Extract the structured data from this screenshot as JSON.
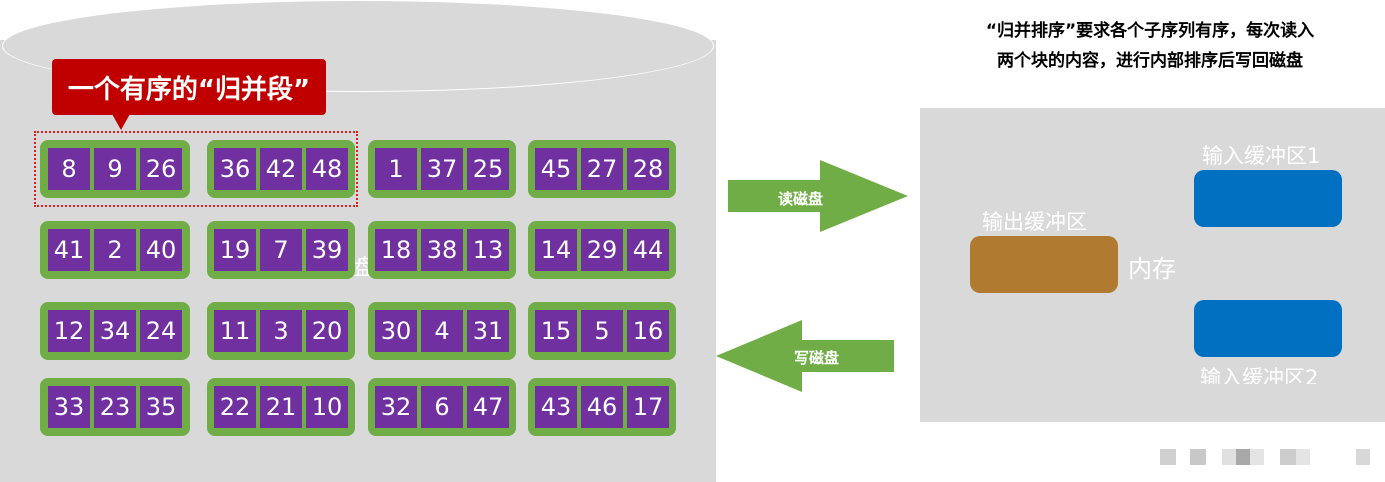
{
  "callout_text": "一个有序的“归并段”",
  "disk_label": "盘",
  "blocks": [
    [
      "8",
      "9",
      "26"
    ],
    [
      "36",
      "42",
      "48"
    ],
    [
      "1",
      "37",
      "25"
    ],
    [
      "45",
      "27",
      "28"
    ],
    [
      "41",
      "2",
      "40"
    ],
    [
      "19",
      "7",
      "39"
    ],
    [
      "18",
      "38",
      "13"
    ],
    [
      "14",
      "29",
      "44"
    ],
    [
      "12",
      "34",
      "24"
    ],
    [
      "11",
      "3",
      "20"
    ],
    [
      "30",
      "4",
      "31"
    ],
    [
      "15",
      "5",
      "16"
    ],
    [
      "33",
      "23",
      "35"
    ],
    [
      "22",
      "21",
      "10"
    ],
    [
      "32",
      "6",
      "47"
    ],
    [
      "43",
      "46",
      "17"
    ]
  ],
  "read_label": "读磁盘",
  "write_label": "写磁盘",
  "caption_line1": "“归并排序”要求各个子序列有序，每次读入",
  "caption_line2": "两个块的内容，进行内部排序后写回磁盘",
  "output_buffer_label": "输出缓冲区",
  "input_buffer1_label": "输入缓冲区1",
  "input_buffer2_label": "输入缓冲区2",
  "memory_label": "内存",
  "colors": {
    "block_bg": "#70ad47",
    "cell_bg": "#7030a0",
    "callout": "#c00000",
    "output_buffer": "#b07a30",
    "input_buffer": "#0070c0"
  }
}
